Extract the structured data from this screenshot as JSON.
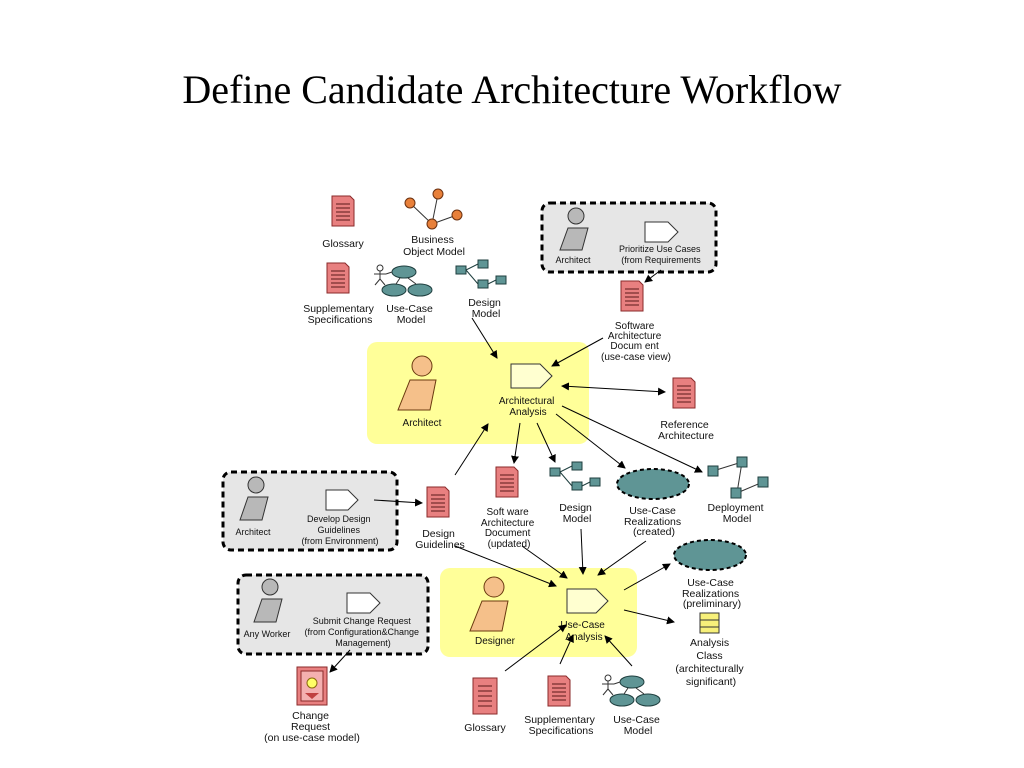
{
  "title": "Define Candidate Architecture Workflow",
  "colors": {
    "highlight": "#ffff99",
    "grey_box": "#e6e6e6",
    "doc": "#e88080",
    "worker": "#f5c08a",
    "model": "#5f9595",
    "analysis_class": "#f7f07a"
  },
  "labels": {
    "glossary_top": [
      "Glossary"
    ],
    "business_object_model": [
      "Business",
      "Object  Model"
    ],
    "supplementary_top": [
      "Supplementary",
      "Specifications"
    ],
    "use_case_model_top": [
      "Use-Case",
      "Model"
    ],
    "design_model_top": [
      "Design",
      "Model"
    ],
    "architect_a": [
      "Architect"
    ],
    "prioritize_use_cases": [
      "Prioritize Use Cases",
      "(from Requirements"
    ],
    "sad_use_case_view": [
      "Software",
      "Architecture",
      "Docum ent",
      "(use-case view)"
    ],
    "architect_main": [
      "Architect"
    ],
    "architectural_analysis": [
      "Architectural",
      "Analysis"
    ],
    "reference_architecture": [
      "Reference",
      "Architecture"
    ],
    "architect_b": [
      "Architect"
    ],
    "develop_design_guidelines": [
      "Develop Design",
      "Guidelines",
      "(from Environment)"
    ],
    "design_guidelines": [
      "Design",
      "Guidelines"
    ],
    "sad_updated": [
      "Soft ware",
      "Architecture",
      "Document",
      "(updated)"
    ],
    "design_model_mid": [
      "Design",
      "Model"
    ],
    "ucr_created": [
      "Use-Case",
      "Realizations",
      "(created)"
    ],
    "deployment_model": [
      "Deployment",
      "Model"
    ],
    "any_worker": [
      "Any Worker"
    ],
    "submit_change_request": [
      "Submit Change Request",
      "(from Configuration&Change",
      "Management)"
    ],
    "designer": [
      "Designer"
    ],
    "use_case_analysis": [
      "Use-Case",
      "Analysis"
    ],
    "ucr_preliminary": [
      "Use-Case",
      "Realizations",
      "(preliminary)"
    ],
    "analysis_class": [
      "Analysis",
      "Class",
      "(architecturally",
      "significant)"
    ],
    "change_request": [
      "Change",
      "Request",
      "(on use-case model)"
    ],
    "glossary_bottom": [
      "Glossary"
    ],
    "supplementary_bottom": [
      "Supplementary",
      "Specifications"
    ],
    "use_case_model_bottom": [
      "Use-Case",
      "Model"
    ]
  }
}
